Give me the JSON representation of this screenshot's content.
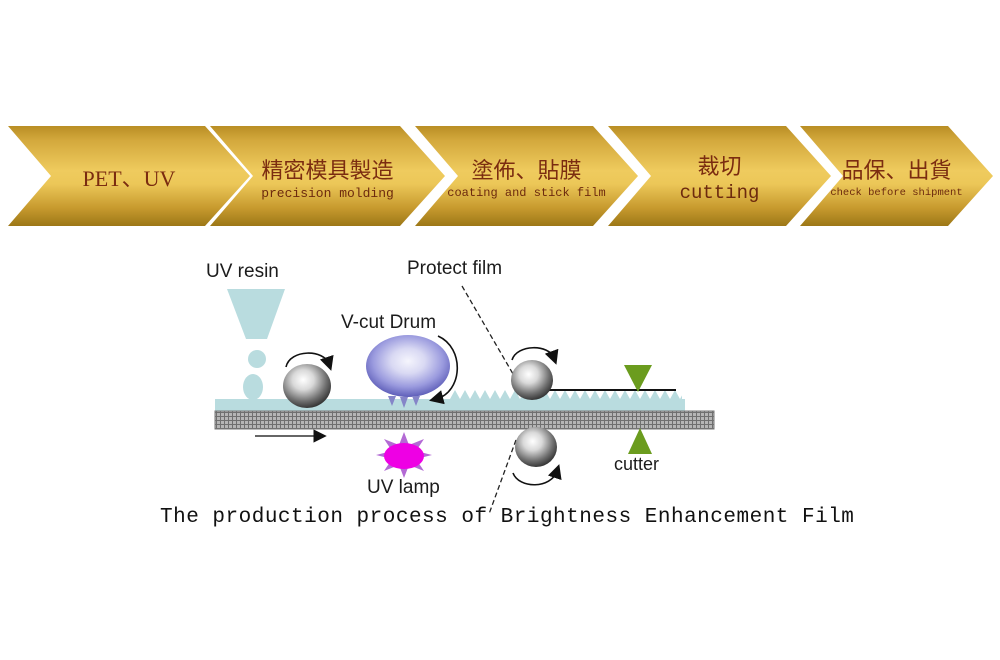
{
  "steps": [
    {
      "zh": "PET、UV",
      "en": ""
    },
    {
      "zh": "精密模具製造",
      "en": "precision molding"
    },
    {
      "zh": "塗佈、貼膜",
      "en": "coating and stick film"
    },
    {
      "zh": "裁切",
      "en": "cutting"
    },
    {
      "zh": "品保、出貨",
      "en": "check before shipment"
    }
  ],
  "diagram": {
    "uv_resin_label": "UV resin",
    "vcut_drum_label": "V-cut Drum",
    "protect_film_label": "Protect film",
    "uv_lamp_label": "UV lamp",
    "cutter_label": "cutter",
    "caption": "The production process of Brightness Enhancement Film"
  },
  "colors": {
    "arrow_gold_light": "#efcb5e",
    "arrow_gold_dark": "#9c7717",
    "arrow_text": "#7b2c10",
    "film_blue": "#b9dcdf",
    "belt_gray": "#b5b5b5",
    "cutter_green": "#6b9c1e",
    "uv_lamp_magenta": "#ee00e4",
    "uv_lamp_spikes": "#b36ad4",
    "drum_purple": "#3d3d92"
  }
}
